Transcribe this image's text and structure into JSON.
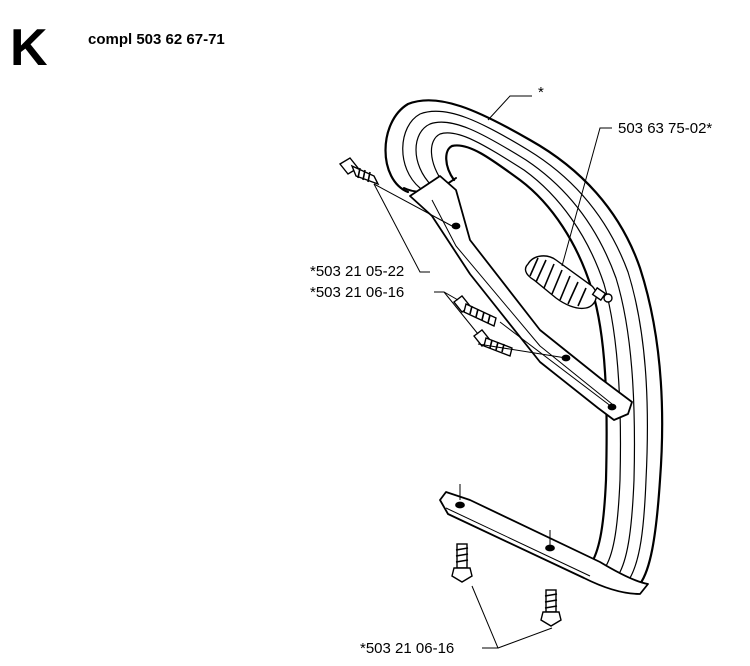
{
  "section": {
    "letter": "K",
    "title": "compl 503 62 67-71"
  },
  "callouts": [
    {
      "id": "handle",
      "text": "*"
    },
    {
      "id": "spring",
      "text": "503 63 75-02*"
    },
    {
      "id": "bolt-upper",
      "text": "*503 21 05-22"
    },
    {
      "id": "screws-middle",
      "text": "*503 21 06-16"
    },
    {
      "id": "screws-lower",
      "text": "*503 21 06-16"
    }
  ],
  "colors": {
    "ink": "#000000",
    "paper": "#ffffff"
  }
}
